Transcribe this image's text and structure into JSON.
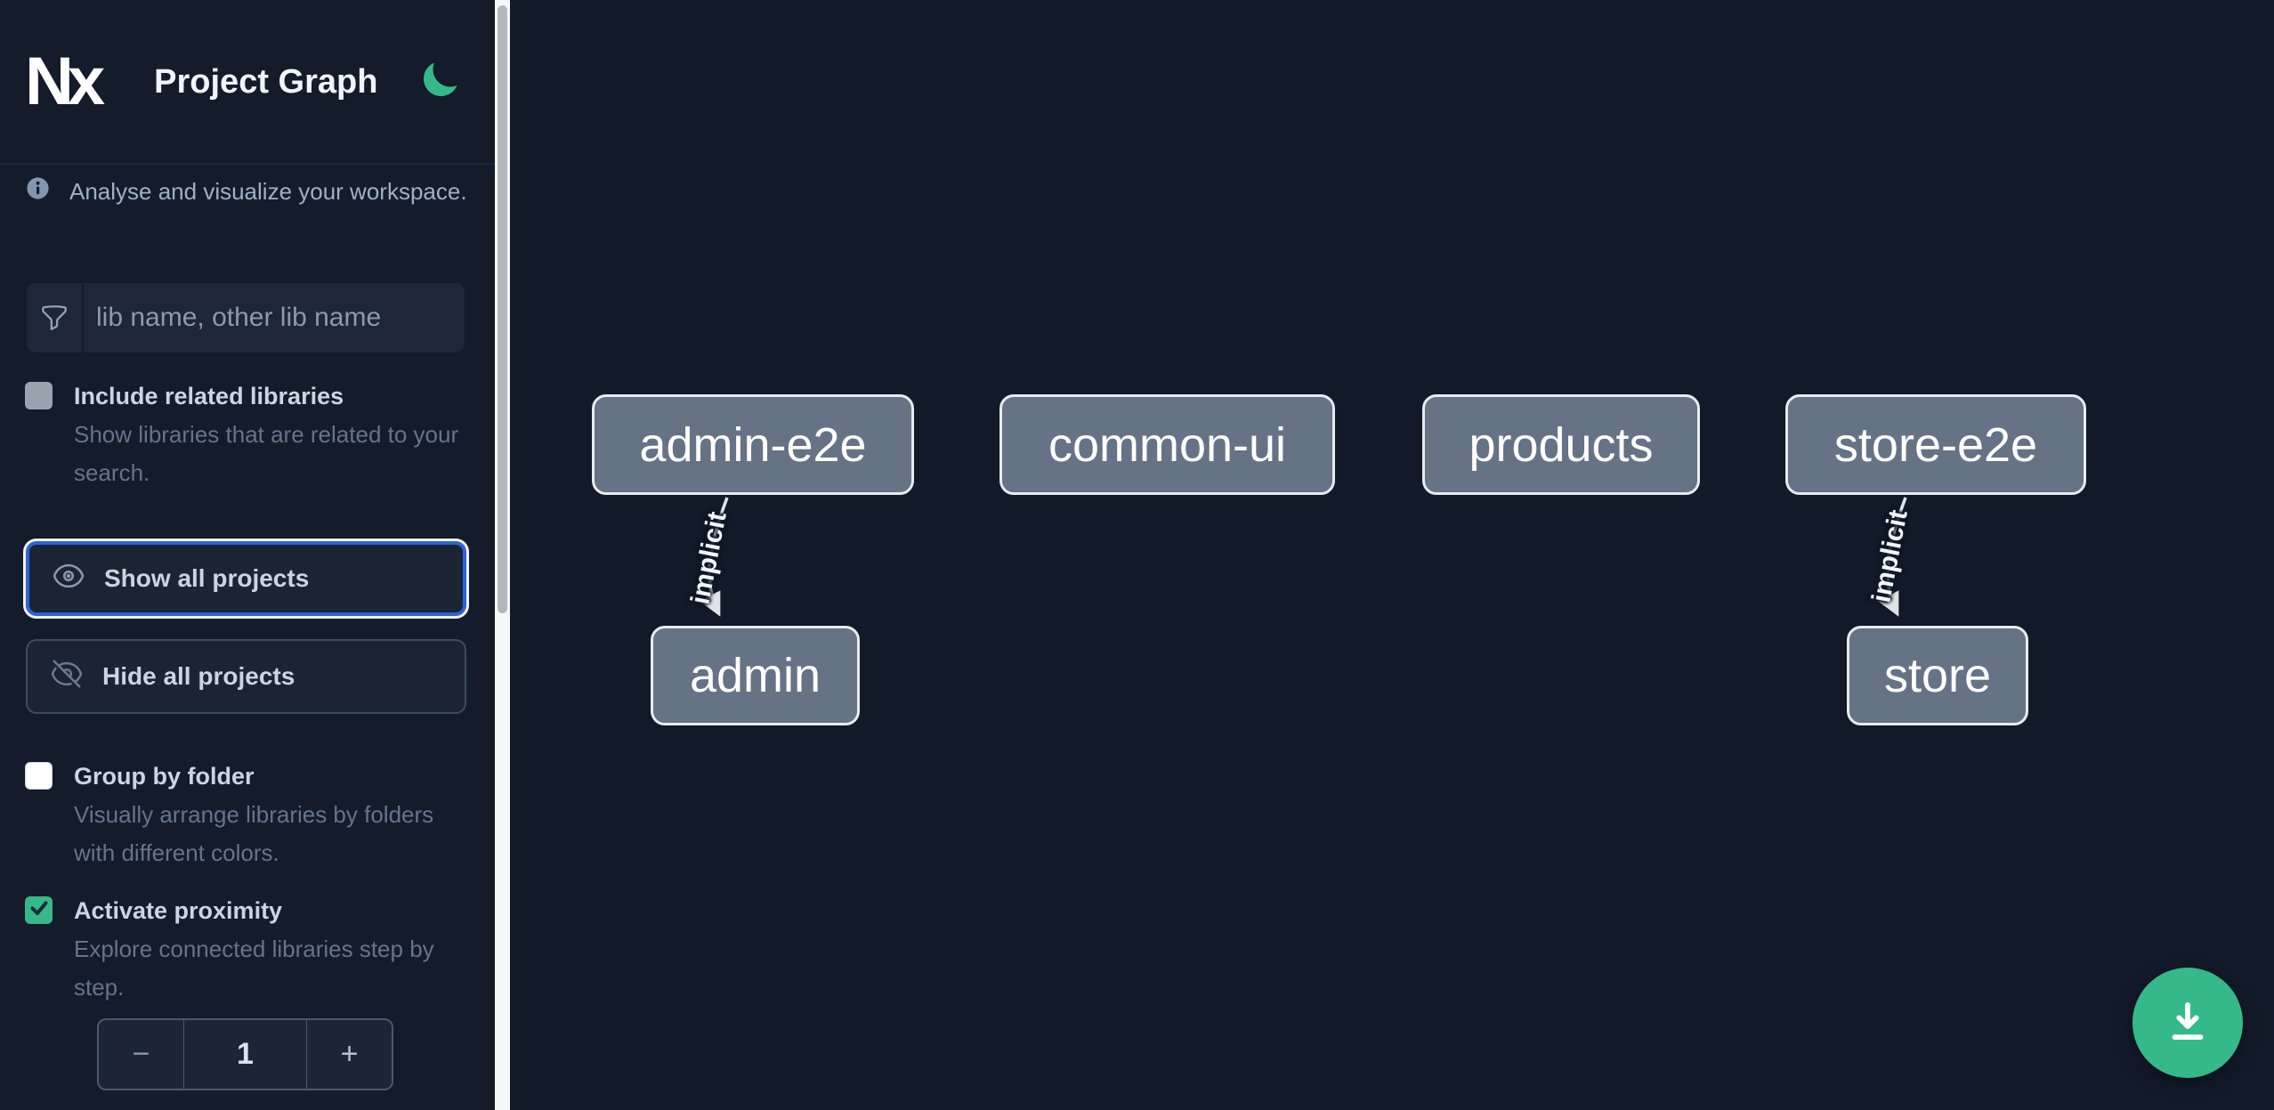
{
  "app": {
    "logo_text": "Nx",
    "title": "Project Graph",
    "theme_icon": "moon"
  },
  "sidebar": {
    "info_text": "Analyse and visualize your workspace.",
    "filter_input": {
      "placeholder": "lib name, other lib name",
      "value": ""
    },
    "options": [
      {
        "id": "include-related-libraries",
        "label": "Include related libraries",
        "description": "Show libraries that are related to your search.",
        "checked": false,
        "disabled": true
      },
      {
        "id": "group-by-folder",
        "label": "Group by folder",
        "description": "Visually arrange libraries by folders with different colors.",
        "checked": false,
        "disabled": false
      },
      {
        "id": "activate-proximity",
        "label": "Activate proximity",
        "description": "Explore connected libraries step by step.",
        "checked": true,
        "disabled": false
      }
    ],
    "actions": [
      {
        "id": "show-all-projects",
        "label": "Show all projects",
        "icon": "eye-icon",
        "focused": true
      },
      {
        "id": "hide-all-projects",
        "label": "Hide all projects",
        "icon": "eye-off-icon",
        "focused": false
      }
    ],
    "proximity_stepper": {
      "decrement": "−",
      "value": "1",
      "increment": "+"
    }
  },
  "graph": {
    "nodes": [
      {
        "id": "admin-e2e",
        "label": "admin-e2e"
      },
      {
        "id": "common-ui",
        "label": "common-ui"
      },
      {
        "id": "products",
        "label": "products"
      },
      {
        "id": "store-e2e",
        "label": "store-e2e"
      },
      {
        "id": "admin",
        "label": "admin"
      },
      {
        "id": "store",
        "label": "store"
      }
    ],
    "edges": [
      {
        "source": "admin-e2e",
        "target": "admin",
        "label": "implicit"
      },
      {
        "source": "store-e2e",
        "target": "store",
        "label": "implicit"
      }
    ]
  },
  "fab": {
    "icon": "download-icon"
  },
  "colors": {
    "accent_green": "#35b98b",
    "focus_blue": "#2e62d9",
    "node_fill": "#667285",
    "node_border": "#e8ebef",
    "edge": "#dfe3e8",
    "sidebar_bg": "#141b2b",
    "canvas_bg": "#121929"
  }
}
